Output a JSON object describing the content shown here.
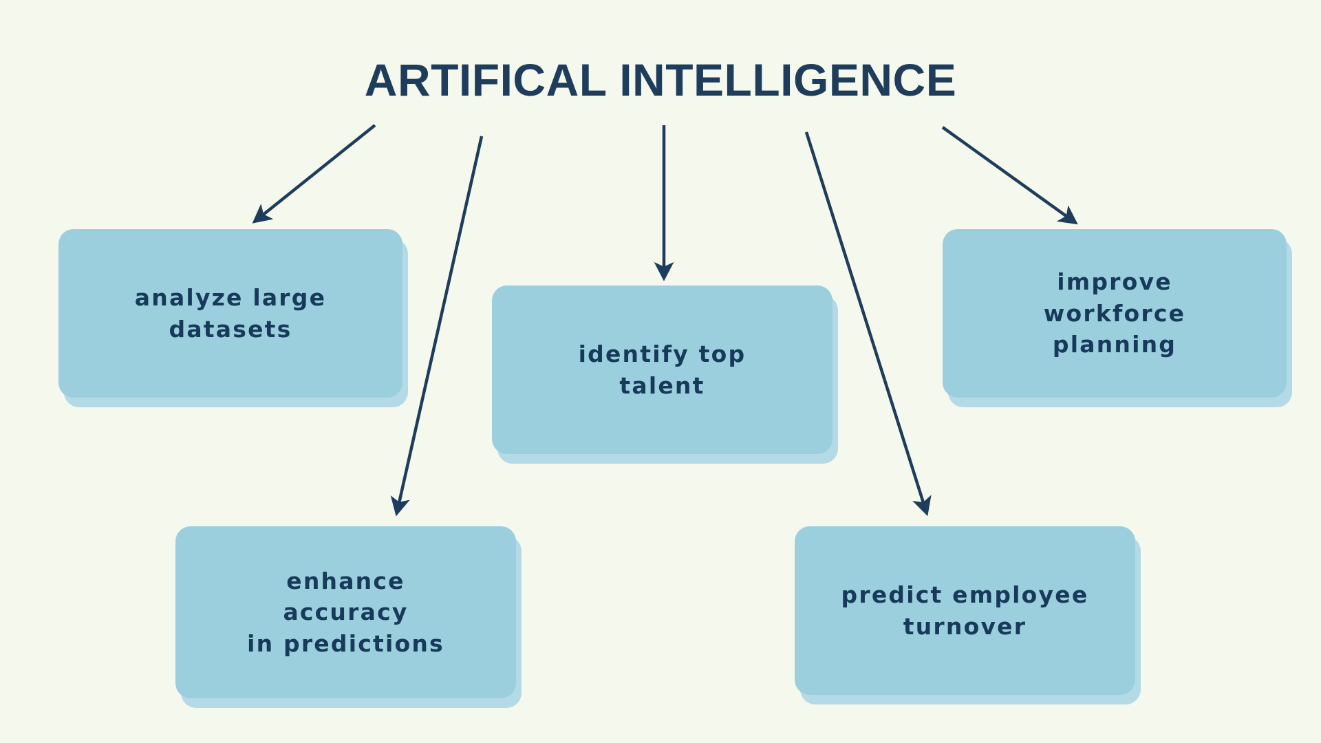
{
  "title": "ARTIFICAL INTELLIGENCE",
  "colors": {
    "background": "#f5f8ec",
    "box_fill": "#9bcfde",
    "box_shadow": "#b5dae7",
    "text": "#173a5a",
    "arrow": "#1e3c5c",
    "title_text": "#1e3c5c"
  },
  "nodes": [
    {
      "id": "analyze-large-datasets",
      "label": "analyze large\ndatasets"
    },
    {
      "id": "enhance-accuracy",
      "label": "enhance\naccuracy\nin predictions"
    },
    {
      "id": "identify-top-talent",
      "label": "identify top\ntalent"
    },
    {
      "id": "predict-employee-turnover",
      "label": "predict employee\nturnover"
    },
    {
      "id": "improve-workforce-planning",
      "label": "improve\nworkforce\nplanning"
    }
  ],
  "connectors": [
    {
      "from": "title",
      "to": "analyze-large-datasets"
    },
    {
      "from": "title",
      "to": "enhance-accuracy"
    },
    {
      "from": "title",
      "to": "identify-top-talent"
    },
    {
      "from": "title",
      "to": "predict-employee-turnover"
    },
    {
      "from": "title",
      "to": "improve-workforce-planning"
    }
  ]
}
